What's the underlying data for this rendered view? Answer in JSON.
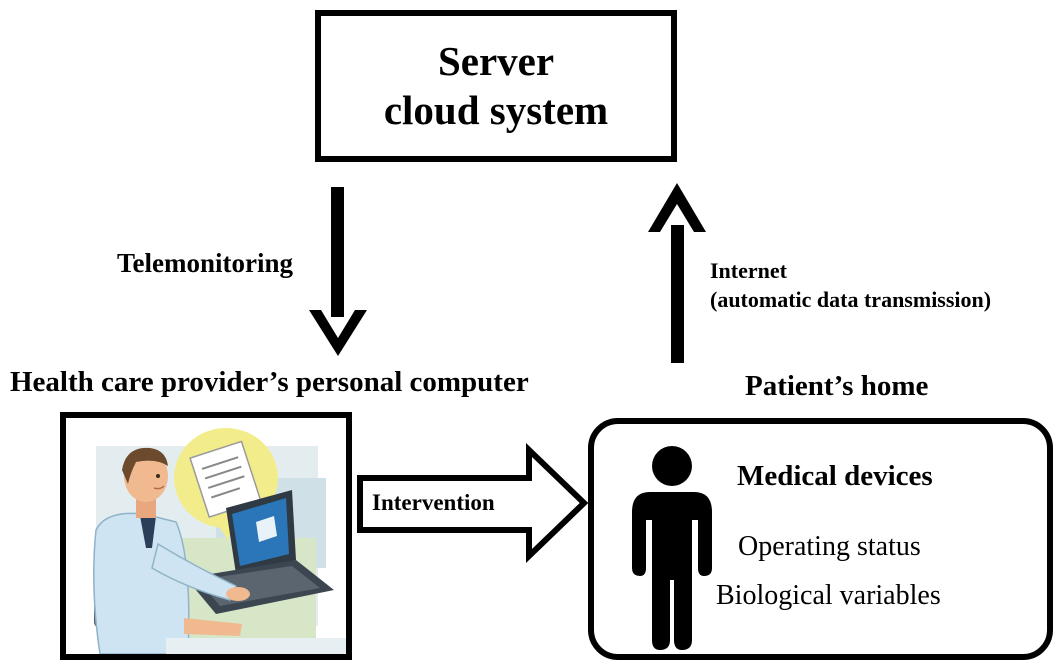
{
  "server": {
    "line1": "Server",
    "line2": "cloud system"
  },
  "arrows": {
    "telemonitoring": "Telemonitoring",
    "internet_line1": "Internet",
    "internet_line2": "(automatic data transmission)",
    "intervention": "Intervention"
  },
  "provider": {
    "title": "Health care provider’s personal computer"
  },
  "patient": {
    "title": "Patient’s home",
    "devices_heading": "Medical devices",
    "item1": "Operating status",
    "item2": "Biological variables"
  },
  "icons": {
    "provider_illustration": "doctor-at-laptop-icon",
    "patient_figure": "person-icon"
  },
  "colors": {
    "stroke": "#000000",
    "background": "#ffffff",
    "doc_coat": "#cfe4f2",
    "bubble": "#f3ec8a",
    "laptop": "#2f3a45",
    "screen": "#2a76b8"
  }
}
